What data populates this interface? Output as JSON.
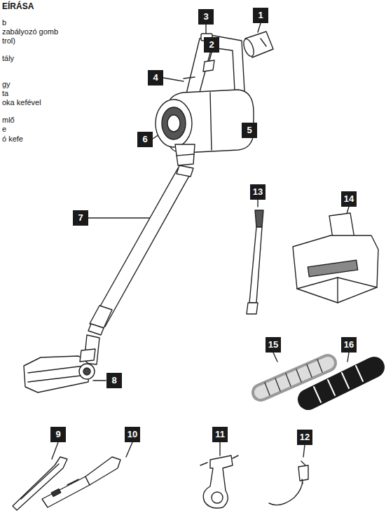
{
  "diagram": {
    "title": "EÍRÁSA",
    "labels": [
      "b",
      "zabályozó gomb trol)",
      "tály",
      "gy",
      "ta",
      "oka kefével",
      "mlő",
      "e",
      "ó kefe",
      "1",
      "2",
      "3",
      "4",
      "5",
      "6",
      "7",
      "8",
      "9",
      "10",
      "11",
      "12",
      "13",
      "14",
      "15",
      "16"
    ]
  }
}
